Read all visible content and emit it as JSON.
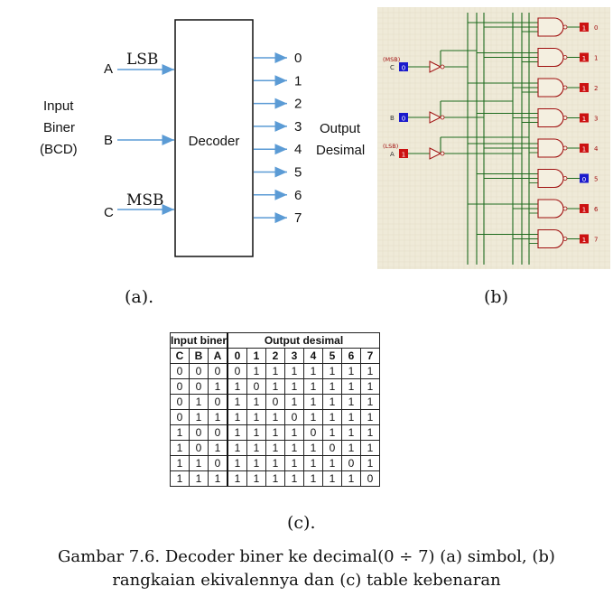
{
  "figure_a": {
    "input_label": [
      "Input",
      "Biner",
      "(BCD)"
    ],
    "inputs": [
      {
        "name": "A",
        "tag": "LSB"
      },
      {
        "name": "B",
        "tag": ""
      },
      {
        "name": "C",
        "tag": "MSB"
      }
    ],
    "block_label": "Decoder",
    "outputs": [
      "0",
      "1",
      "2",
      "3",
      "4",
      "5",
      "6",
      "7"
    ],
    "output_label": [
      "Output",
      "Desimal"
    ],
    "caption": "(a)."
  },
  "figure_b": {
    "caption": "(b)",
    "inputs": [
      {
        "tag": "(MSB)",
        "name": "C",
        "value": "0"
      },
      {
        "tag": "",
        "name": "B",
        "value": "0"
      },
      {
        "tag": "(LSB)",
        "name": "A",
        "value": "1"
      }
    ],
    "outputs": [
      {
        "index": "0",
        "value": "1"
      },
      {
        "index": "1",
        "value": "1"
      },
      {
        "index": "2",
        "value": "1"
      },
      {
        "index": "3",
        "value": "1"
      },
      {
        "index": "4",
        "value": "1"
      },
      {
        "index": "5",
        "value": "0"
      },
      {
        "index": "6",
        "value": "1"
      },
      {
        "index": "7",
        "value": "1"
      }
    ],
    "colors": {
      "background": "#efead8",
      "wire": "#1e6b1e",
      "gate": "#a01010",
      "probe_high": "#cc1111",
      "probe_low": "#1a1acc"
    }
  },
  "truth_table": {
    "group_headers": [
      "Input biner",
      "Output desimal"
    ],
    "columns": [
      "C",
      "B",
      "A",
      "0",
      "1",
      "2",
      "3",
      "4",
      "5",
      "6",
      "7"
    ],
    "rows": [
      [
        "0",
        "0",
        "0",
        "0",
        "1",
        "1",
        "1",
        "1",
        "1",
        "1",
        "1"
      ],
      [
        "0",
        "0",
        "1",
        "1",
        "0",
        "1",
        "1",
        "1",
        "1",
        "1",
        "1"
      ],
      [
        "0",
        "1",
        "0",
        "1",
        "1",
        "0",
        "1",
        "1",
        "1",
        "1",
        "1"
      ],
      [
        "0",
        "1",
        "1",
        "1",
        "1",
        "1",
        "0",
        "1",
        "1",
        "1",
        "1"
      ],
      [
        "1",
        "0",
        "0",
        "1",
        "1",
        "1",
        "1",
        "0",
        "1",
        "1",
        "1"
      ],
      [
        "1",
        "0",
        "1",
        "1",
        "1",
        "1",
        "1",
        "1",
        "0",
        "1",
        "1"
      ],
      [
        "1",
        "1",
        "0",
        "1",
        "1",
        "1",
        "1",
        "1",
        "1",
        "0",
        "1"
      ],
      [
        "1",
        "1",
        "1",
        "1",
        "1",
        "1",
        "1",
        "1",
        "1",
        "1",
        "0"
      ]
    ],
    "caption": "(c)."
  },
  "caption": {
    "line1": "Gambar 7.6. Decoder biner ke decimal(0 ÷ 7) (a) simbol, (b)",
    "line2": "rangkaian ekivalennya dan (c) table kebenaran"
  },
  "colors": {
    "arrow": "#5b9bd5"
  }
}
